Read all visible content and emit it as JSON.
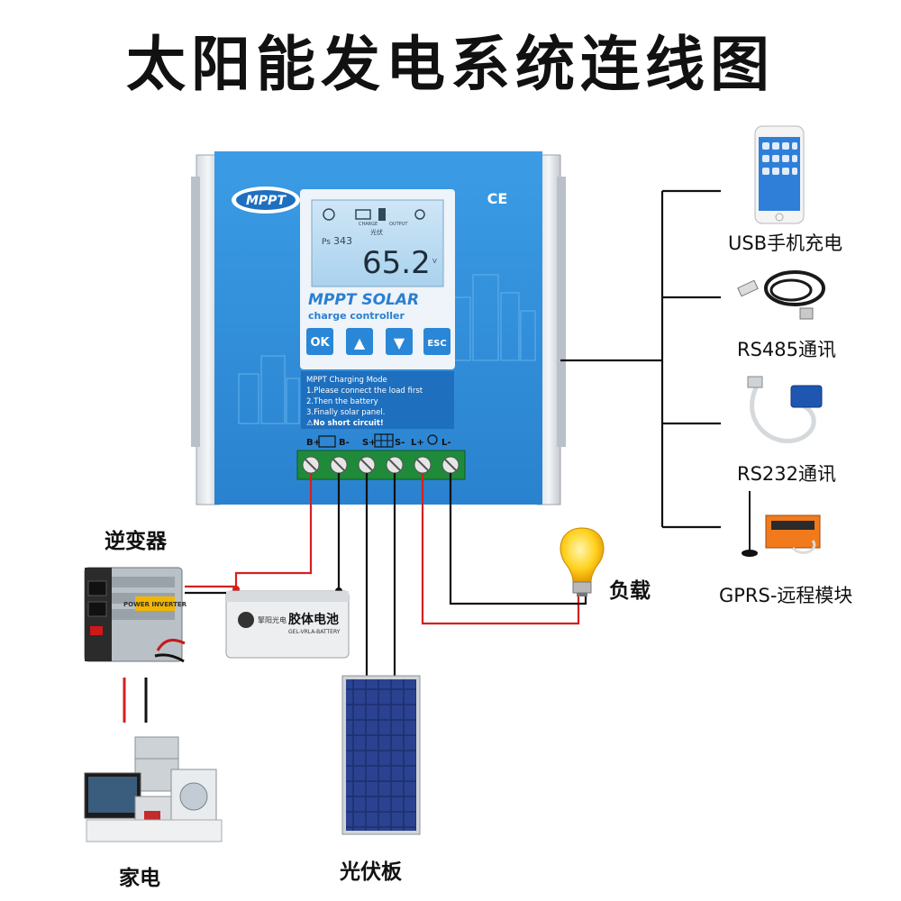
{
  "title": "太阳能发电系统连线图",
  "controller": {
    "logo": "MPPT",
    "ce_mark": "CE",
    "lcd": {
      "charge_label": "CHARGE",
      "output_label": "OUTPUT",
      "mode_label": "光伏",
      "ps_label": "Ps",
      "ps_value": "343",
      "main_value": "65.2",
      "unit": "V"
    },
    "brand_line1": "MPPT SOLAR",
    "brand_line2": "charge controller",
    "buttons": {
      "ok": "OK",
      "up": "▲",
      "down": "▼",
      "esc": "ESC"
    },
    "notes": [
      "MPPT Charging Mode",
      "1.Please connect the load first",
      "2.Then the battery",
      "3.Finally solar panel.",
      "⚠No short  circuit!"
    ],
    "terminals": {
      "b_plus": "B+",
      "b_minus": "B-",
      "s_plus": "S+",
      "s_minus": "S-",
      "l_plus": "L+",
      "l_minus": "L-"
    }
  },
  "battery": {
    "brand": "擎阳光电",
    "type_cn": "胶体电池",
    "type_en": "GEL-VRLA-BATTERY"
  },
  "inverter": {
    "brand": "POWER INVERTER"
  },
  "labels": {
    "inverter": "逆变器",
    "appliances": "家电",
    "solar_panel": "光伏板",
    "load": "负载",
    "usb": "USB手机充电",
    "rs485": "RS485通讯",
    "rs232": "RS232通讯",
    "gprs": "GPRS-远程模块"
  },
  "colors": {
    "controller_blue": "#2f8fdc",
    "wire_red": "#d42020",
    "wire_black": "#111111"
  }
}
